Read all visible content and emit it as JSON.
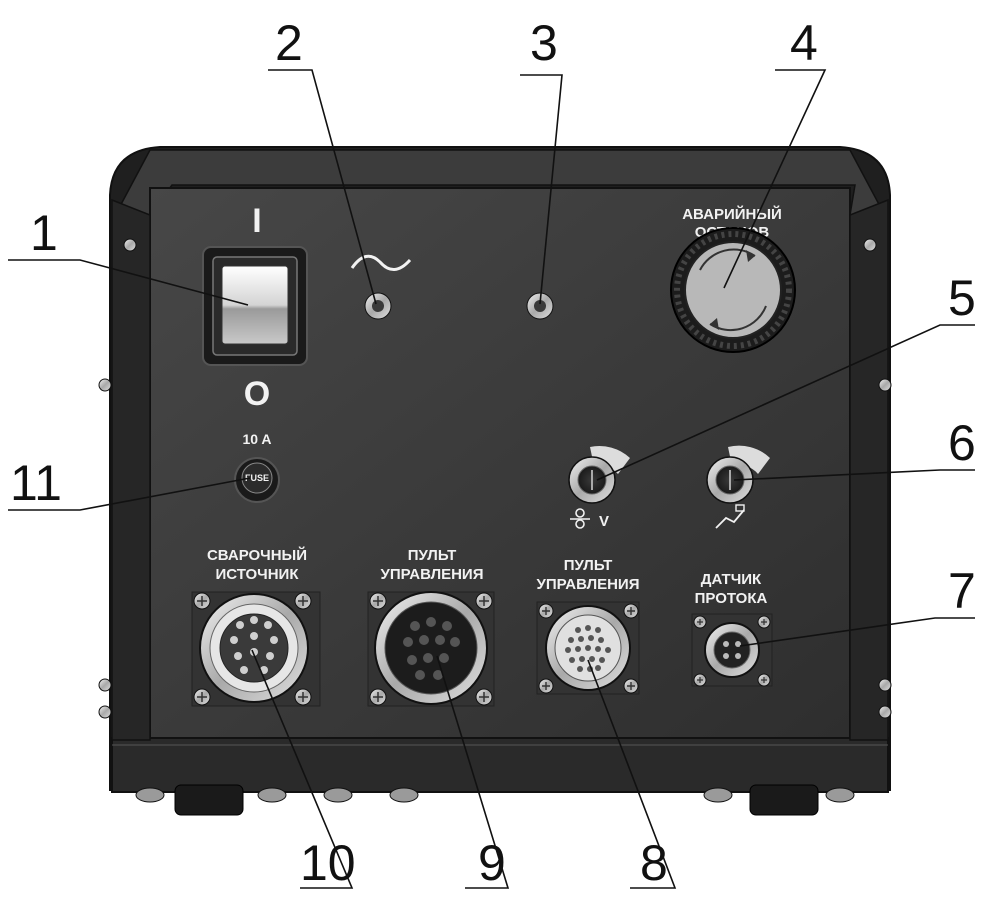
{
  "callouts": [
    "1",
    "2",
    "3",
    "4",
    "5",
    "6",
    "7",
    "8",
    "9",
    "10",
    "11"
  ],
  "labels": {
    "switch_on": "I",
    "switch_off": "O",
    "mains_symbol": "~",
    "emergency_stop": [
      "АВАРИЙНЫЙ",
      "ОСТАНОВ"
    ],
    "fuse_rating": "10 A",
    "fuse_text": "FUSE",
    "welding_source": [
      "СВАРОЧНЫЙ",
      "ИСТОЧНИК"
    ],
    "control_panel_1": [
      "ПУЛЬТ",
      "УПРАВЛЕНИЯ"
    ],
    "control_panel_2": [
      "ПУЛЬТ",
      "УПРАВЛЕНИЯ"
    ],
    "flow_sensor": [
      "ДАТЧИК",
      "ПРОТОКА"
    ],
    "knob5_symbol": "V"
  },
  "colors": {
    "panel": "#3a3a3a",
    "frame": "#1e1e1e",
    "metal": "#bdbdbd",
    "label_text": "#f2f2f2"
  }
}
